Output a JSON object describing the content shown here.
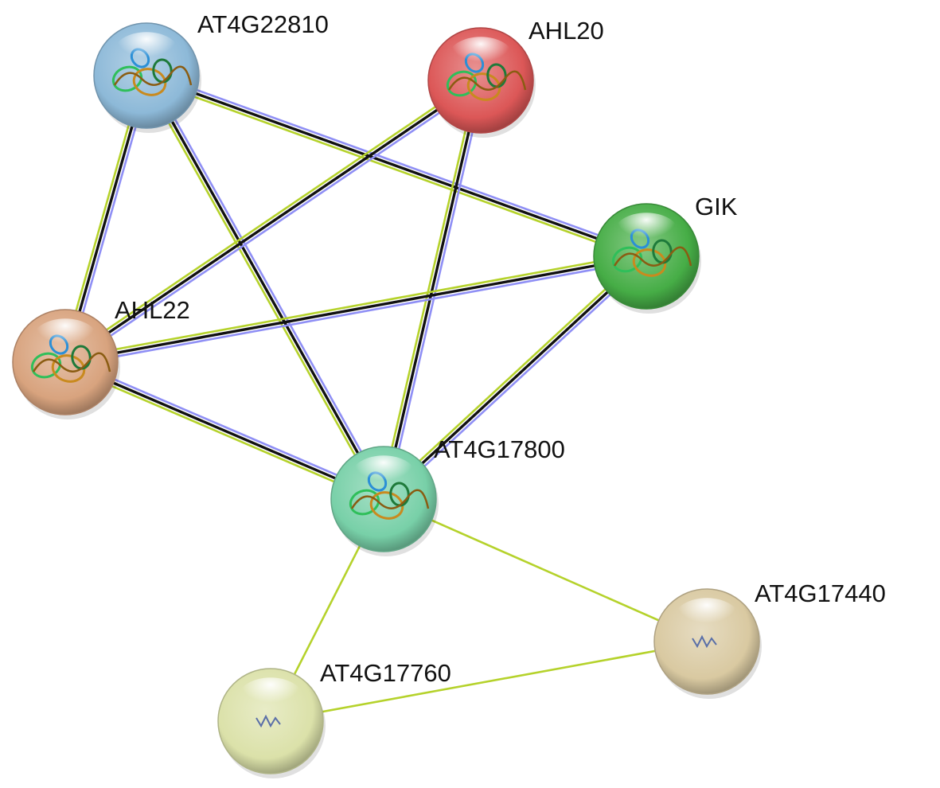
{
  "network": {
    "nodes": [
      {
        "id": "AT4G22810",
        "label": "AT4G22810",
        "color": "#8db9d8",
        "structure": "cartoon"
      },
      {
        "id": "AHL20",
        "label": "AHL20",
        "color": "#dc5757",
        "structure": "cartoon"
      },
      {
        "id": "GIK",
        "label": "GIK",
        "color": "#46ad46",
        "structure": "cartoon"
      },
      {
        "id": "AHL22",
        "label": "AHL22",
        "color": "#d8a37e",
        "structure": "cartoon"
      },
      {
        "id": "AT4G17800",
        "label": "AT4G17800",
        "color": "#78d0a8",
        "structure": "cartoon"
      },
      {
        "id": "AT4G17440",
        "label": "AT4G17440",
        "color": "#d9c9a1",
        "structure": "small"
      },
      {
        "id": "AT4G17760",
        "label": "AT4G17760",
        "color": "#dbe1a9",
        "structure": "small"
      }
    ],
    "edges": [
      {
        "source": "AT4G22810",
        "target": "AHL22",
        "evidence": [
          "blue",
          "black",
          "yellowgreen"
        ]
      },
      {
        "source": "AT4G22810",
        "target": "GIK",
        "evidence": [
          "blue",
          "black",
          "yellowgreen"
        ]
      },
      {
        "source": "AT4G22810",
        "target": "AT4G17800",
        "evidence": [
          "blue",
          "black",
          "yellowgreen"
        ]
      },
      {
        "source": "AHL20",
        "target": "AHL22",
        "evidence": [
          "blue",
          "black",
          "yellowgreen"
        ]
      },
      {
        "source": "AHL20",
        "target": "AT4G17800",
        "evidence": [
          "blue",
          "black",
          "yellowgreen"
        ]
      },
      {
        "source": "GIK",
        "target": "AHL22",
        "evidence": [
          "blue",
          "black",
          "yellowgreen"
        ]
      },
      {
        "source": "GIK",
        "target": "AT4G17800",
        "evidence": [
          "blue",
          "black",
          "yellowgreen"
        ]
      },
      {
        "source": "AHL22",
        "target": "AT4G17800",
        "evidence": [
          "blue",
          "black",
          "yellowgreen"
        ]
      },
      {
        "source": "AT4G17800",
        "target": "AT4G17440",
        "evidence": [
          "yellowgreen"
        ]
      },
      {
        "source": "AT4G17800",
        "target": "AT4G17760",
        "evidence": [
          "yellowgreen"
        ]
      },
      {
        "source": "AT4G17440",
        "target": "AT4G17760",
        "evidence": [
          "yellowgreen"
        ]
      }
    ],
    "evidence_colors": {
      "blue": "#8f8ff5",
      "black": "#111111",
      "yellowgreen": "#b5d22b"
    }
  }
}
